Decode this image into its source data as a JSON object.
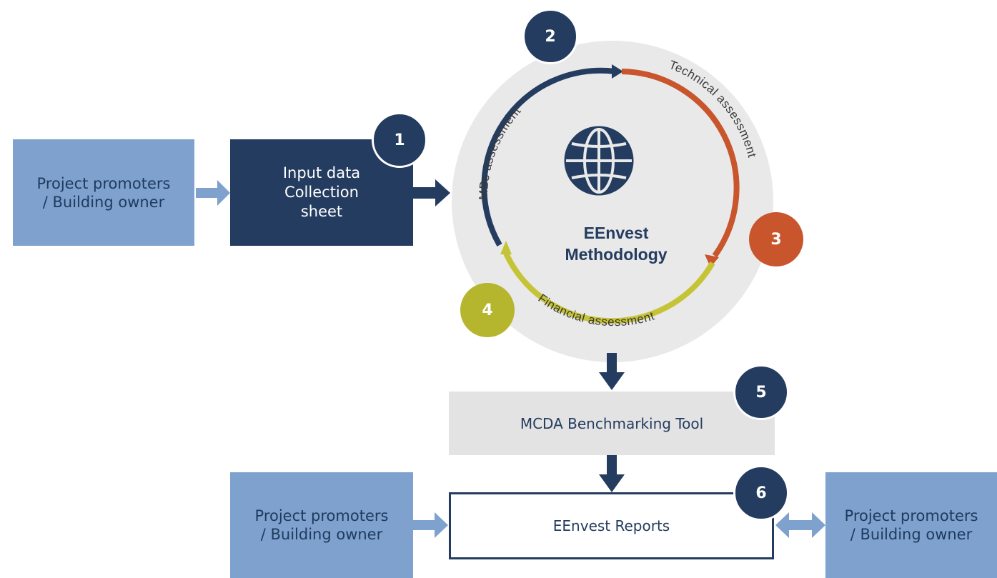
{
  "actors": {
    "top_left": "Project promoters\n/ Building owner",
    "bottom_left": "Project promoters\n/ Building owner",
    "bottom_right": "Project promoters\n/ Building owner"
  },
  "input_box": "Input data\nCollection\nsheet",
  "cycle": {
    "center_title_1": "EEnvest",
    "center_title_2": "Methodology",
    "labels": {
      "mbs": "MBs assessment",
      "technical": "Technical assessment",
      "financial": "Financial assessment"
    }
  },
  "mcda_tool": "MCDA Benchmarking Tool",
  "reports": "EEnvest Reports",
  "badges": [
    "1",
    "2",
    "3",
    "4",
    "5",
    "6"
  ],
  "colors": {
    "navy": "#243c5f",
    "light_blue": "#7ea1cd",
    "orange": "#c8552b",
    "olive": "#b6b52e",
    "grey": "#e3e3e3"
  }
}
